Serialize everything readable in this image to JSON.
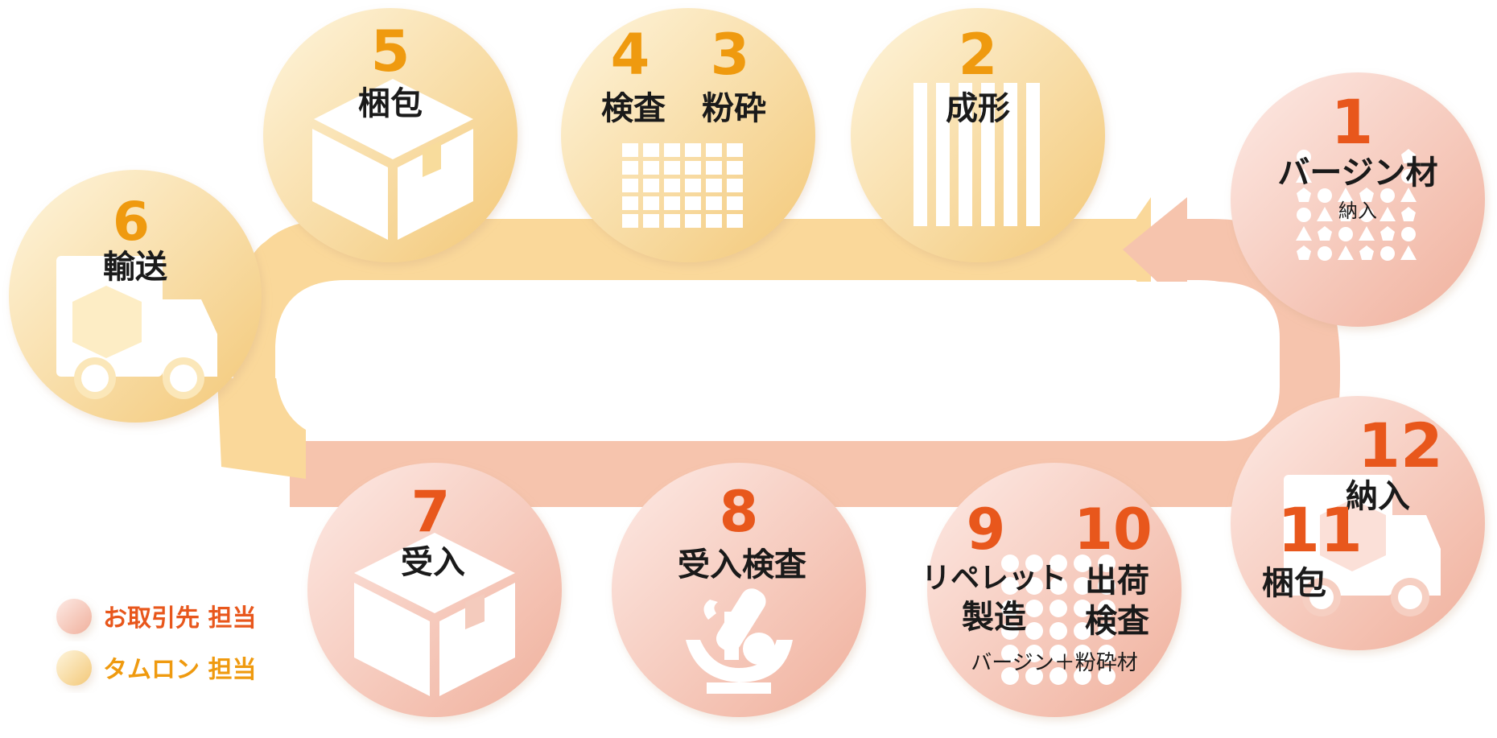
{
  "colors": {
    "partner_accent": "#e8571c",
    "tamron_accent": "#ef9a0f",
    "partner_fill_light": "#fbe3dd",
    "partner_fill_dark": "#f1b4a2",
    "tamron_fill_light": "#fdf1d3",
    "tamron_fill_dark": "#f5cd7e",
    "arrow_partner": "#f6c4ad",
    "arrow_tamron": "#fad89a"
  },
  "steps": {
    "s1": {
      "num": "1",
      "label": "バージン材",
      "sub": "納入",
      "owner": "partner",
      "icon": "pellets-icon"
    },
    "s2": {
      "num": "2",
      "label": "成形",
      "owner": "tamron",
      "icon": "molded-bars-icon"
    },
    "s3": {
      "num": "3",
      "label": "粉砕",
      "owner": "tamron",
      "icon": "crushed-grid-icon"
    },
    "s4": {
      "num": "4",
      "label": "検査",
      "owner": "tamron"
    },
    "s5": {
      "num": "5",
      "label": "梱包",
      "owner": "tamron",
      "icon": "box-icon"
    },
    "s6": {
      "num": "6",
      "label": "輸送",
      "owner": "tamron",
      "icon": "truck-icon"
    },
    "s7": {
      "num": "7",
      "label": "受入",
      "owner": "partner",
      "icon": "box-icon"
    },
    "s8": {
      "num": "8",
      "label": "受入検査",
      "owner": "partner",
      "icon": "microscope-icon"
    },
    "s9": {
      "num": "9",
      "label_line1": "リペレット",
      "label_line2": "製造",
      "owner": "partner",
      "icon": "pellets-icon"
    },
    "s10": {
      "num": "10",
      "label_line1": "出荷",
      "label_line2": "検査",
      "owner": "partner"
    },
    "s10_note": "バージン＋粉砕材",
    "s11": {
      "num": "11",
      "label": "梱包",
      "owner": "partner"
    },
    "s12": {
      "num": "12",
      "label": "納入",
      "owner": "partner",
      "icon": "truck-icon"
    }
  },
  "legend": {
    "partner": "お取引先 担当",
    "tamron": "タムロン 担当"
  }
}
